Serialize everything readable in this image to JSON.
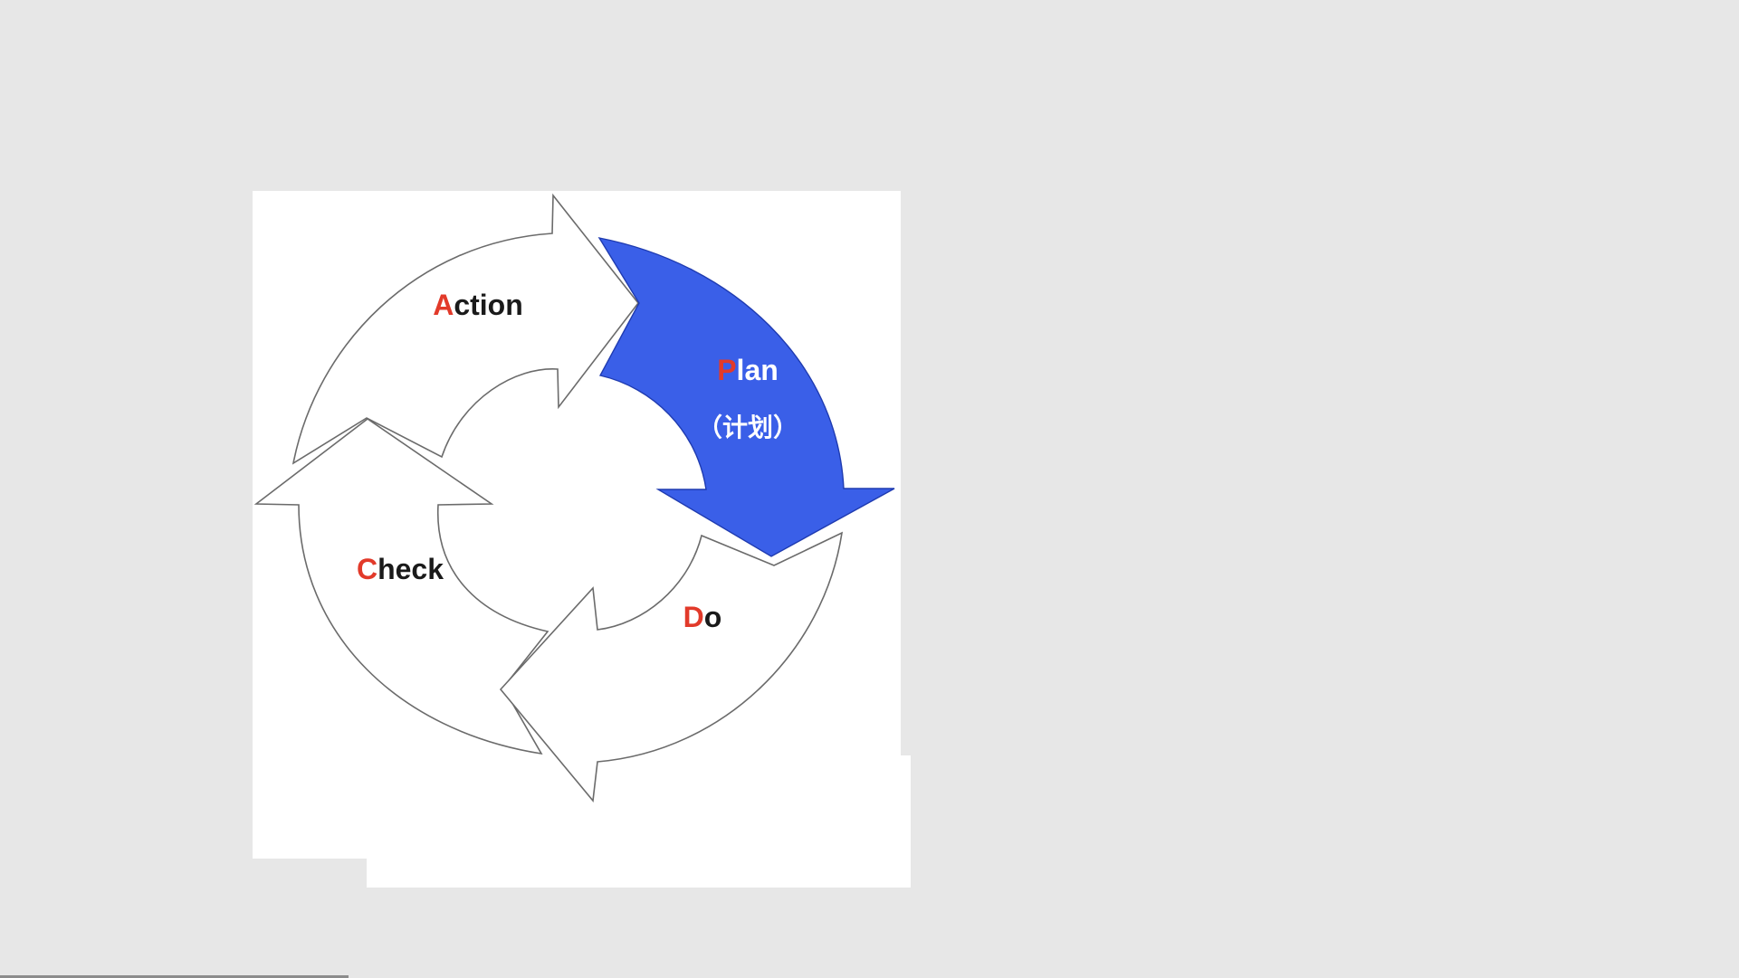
{
  "diagram": {
    "type": "PDCA cycle",
    "colors": {
      "background": "#e7e7e7",
      "panel": "#ffffff",
      "arrow_outline": "#6b6b6b",
      "plan_fill": "#3a5fe8",
      "initial_letter": "#e23a2a",
      "label_dark": "#1a1a1a",
      "label_light": "#ffffff"
    },
    "stages": [
      {
        "id": "plan",
        "initial": "P",
        "rest": "lan",
        "sublabel": "（计划）",
        "highlighted": true
      },
      {
        "id": "do",
        "initial": "D",
        "rest": "o",
        "sublabel": "",
        "highlighted": false
      },
      {
        "id": "check",
        "initial": "C",
        "rest": "heck",
        "sublabel": "",
        "highlighted": false
      },
      {
        "id": "action",
        "initial": "A",
        "rest": "ction",
        "sublabel": "",
        "highlighted": false
      }
    ]
  }
}
